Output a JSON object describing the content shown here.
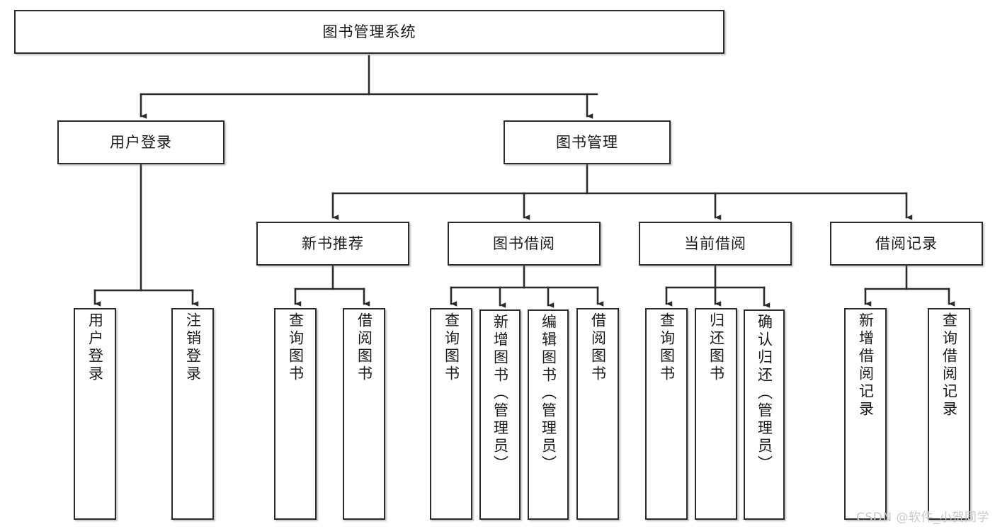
{
  "diagram": {
    "type": "tree-hierarchy",
    "title": "图书管理系统",
    "orientation": "top-down",
    "levels": 4,
    "edge_style": "orthogonal-with-arrowheads",
    "colors": {
      "box_border": "#2b2b2b",
      "box_fill": "#ffffff",
      "text": "#1a1a1a",
      "line": "#2b2b2b",
      "watermark": "#c9c9c9",
      "background": "#ffffff"
    }
  },
  "root": {
    "label": "图书管理系统"
  },
  "level2": [
    {
      "label": "用户登录"
    },
    {
      "label": "图书管理"
    }
  ],
  "level3": [
    {
      "label": "新书推荐"
    },
    {
      "label": "图书借阅"
    },
    {
      "label": "当前借阅"
    },
    {
      "label": "借阅记录"
    }
  ],
  "leaves": {
    "user_login": [
      {
        "label": "用户登录"
      },
      {
        "label": "注销登录"
      }
    ],
    "new_book_recommend": [
      {
        "label": "查询图书"
      },
      {
        "label": "借阅图书"
      }
    ],
    "book_borrow": [
      {
        "label": "查询图书"
      },
      {
        "label": "新增图书（管理员）"
      },
      {
        "label": "编辑图书（管理员）"
      },
      {
        "label": "借阅图书"
      }
    ],
    "current_borrow": [
      {
        "label": "查询图书"
      },
      {
        "label": "归还图书"
      },
      {
        "label": "确认归还（管理员）"
      }
    ],
    "borrow_record": [
      {
        "label": "新增借阅记录"
      },
      {
        "label": "查询借阅记录"
      }
    ]
  },
  "watermark": {
    "text": "CSDN @软件_小贺同学"
  }
}
